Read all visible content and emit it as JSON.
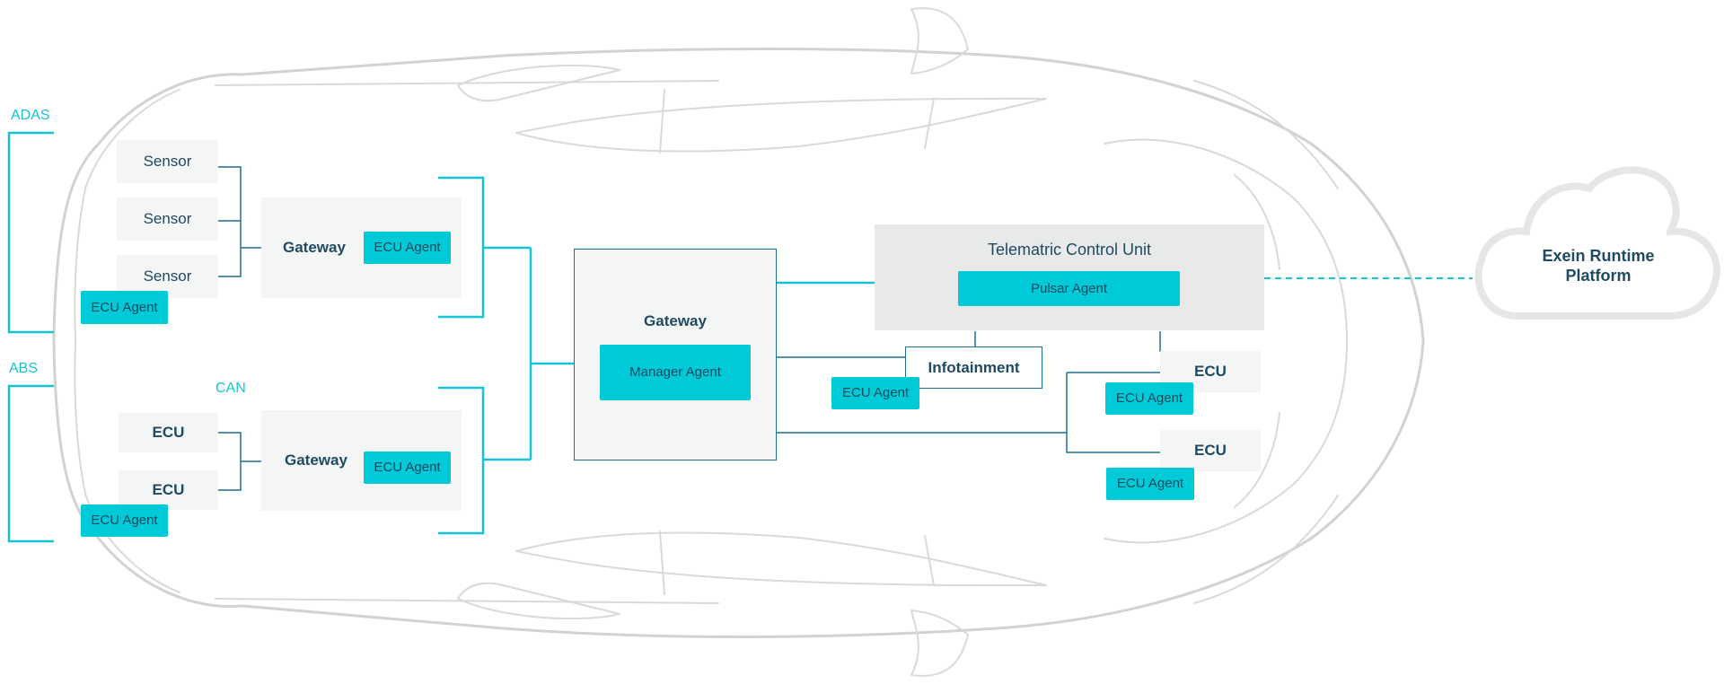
{
  "labels": {
    "adas": "ADAS",
    "abs": "ABS",
    "can": "CAN"
  },
  "adas": {
    "sensors": [
      "Sensor",
      "Sensor",
      "Sensor"
    ],
    "ecu_agent": "ECU Agent",
    "gateway": "Gateway",
    "gateway_agent": "ECU Agent"
  },
  "abs": {
    "ecus": [
      "ECU",
      "ECU"
    ],
    "ecu_agent": "ECU Agent",
    "gateway": "Gateway",
    "gateway_agent": "ECU Agent"
  },
  "main_gateway": {
    "title": "Gateway",
    "agent": "Manager Agent"
  },
  "tcu": {
    "title": "Telematric Control Unit",
    "agent": "Pulsar Agent"
  },
  "infotainment": {
    "title": "Infotainment",
    "agent": "ECU Agent"
  },
  "right_ecus": [
    {
      "title": "ECU",
      "agent": "ECU Agent"
    },
    {
      "title": "ECU",
      "agent": "ECU Agent"
    }
  ],
  "cloud": {
    "line1": "Exein Runtime",
    "line2": "Platform"
  },
  "colors": {
    "accent": "#00cad8",
    "line": "#1f6f92",
    "car_outline": "#cfcfcf",
    "text": "#1f4a63"
  }
}
